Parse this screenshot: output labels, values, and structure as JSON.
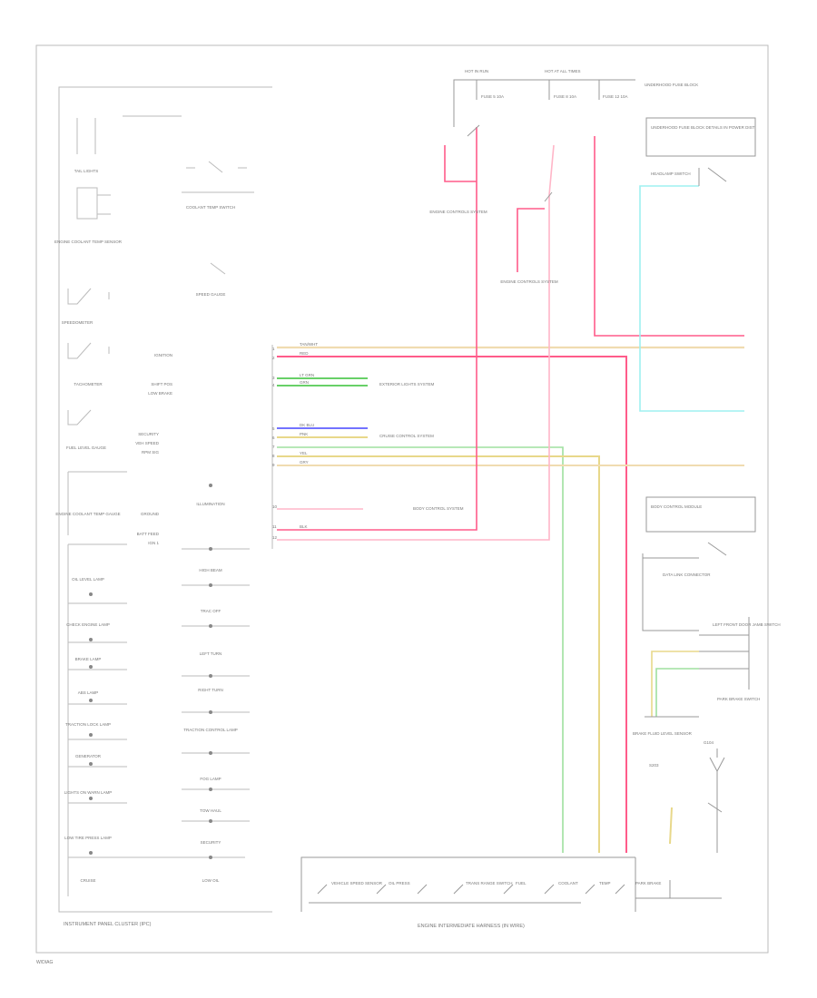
{
  "diagram": {
    "title_left": "INSTRUMENT PANEL CLUSTER (IPC)",
    "title_bottom": "ENGINE INTERMEDIATE HARNESS (IN WIRE)",
    "page_footer": "W/DIAG",
    "wire_colors": {
      "tan_wht": "#f0dcb0",
      "red": "#ff5b8a",
      "pink": "#ffb6c8",
      "lt_green": "#9fe09f",
      "green": "#37c137",
      "dk_blue": "#4444ff",
      "lt_blue": "#9ff0f0",
      "yellow": "#e8d88a",
      "grey": "#999999"
    },
    "power": {
      "hot_run": "HOT IN RUN",
      "hot_all": "HOT AT ALL TIMES",
      "fuse_block": "UNDERHOOD FUSE BLOCK",
      "fuse1": "FUSE 5 10A",
      "fuse2": "FUSE 8 10A",
      "fuse3": "FUSE 12 10A",
      "ref_box": "UNDERHOOD FUSE BLOCK DETAILS IN POWER DIST"
    },
    "ipc_left": [
      "TAIL LIGHTS",
      "ENGINE COOLANT TEMP SENSOR",
      "SPEEDOMETER",
      "TACHOMETER",
      "FUEL LEVEL GAUGE",
      "ENGINE COOLANT TEMP GAUGE",
      "OIL LEVEL LAMP",
      "CHECK ENGINE LAMP",
      "BRAKE LAMP",
      "ABS LAMP",
      "TRACTION LOCK LAMP",
      "GENERATOR",
      "LIGHTS ON WARN LAMP",
      "LOW TIRE PRESS LAMP",
      "CRUISE"
    ],
    "ipc_right": [
      "COOLANT TEMP SWITCH",
      "SPEED GAUGE",
      "ILLUMINATION",
      "HIGH BEAM",
      "TRAC OFF",
      "LEFT TURN",
      "RIGHT TURN",
      "TRACTION CONTROL LAMP",
      "FOG LAMP",
      "TOW HAUL",
      "SECURITY",
      "LOW OIL"
    ],
    "pin_labels": [
      "IGNITION",
      "SHIFT POS",
      "LOW BRAKE",
      "SECURITY",
      "VEH SPEED",
      "RPM SIG",
      "GROUND",
      "BATT FEED",
      "IGN 1"
    ],
    "circuit_tags": [
      "TAN/WHT",
      "RED",
      "LT GRN",
      "GRN",
      "DK BLU",
      "PNK",
      "YEL",
      "GRY",
      "BLK"
    ],
    "right_boxes": {
      "module1": "BODY CONTROL MODULE",
      "module2": "DATA LINK CONNECTOR",
      "switch1": "LEFT FRONT DOOR JAMB SWITCH",
      "switch2": "PARK BRAKE SWITCH",
      "sensor": "BRAKE FLUID LEVEL SENSOR",
      "ground": "G104",
      "splice": "S203",
      "headlamp": "HEADLAMP SWITCH"
    },
    "systems": {
      "engine_ctrl_1": "ENGINE CONTROLS SYSTEM",
      "engine_ctrl_2": "ENGINE CONTROLS SYSTEM",
      "lighting": "EXTERIOR LIGHTS SYSTEM",
      "cruise": "CRUISE CONTROL SYSTEM",
      "body": "BODY CONTROL SYSTEM"
    },
    "bottom_modules": [
      "VEHICLE SPEED SENSOR",
      "OIL PRESS",
      "TRANS RANGE SWITCH",
      "FUEL",
      "COOLANT",
      "TEMP",
      "PARK BRAKE"
    ]
  }
}
